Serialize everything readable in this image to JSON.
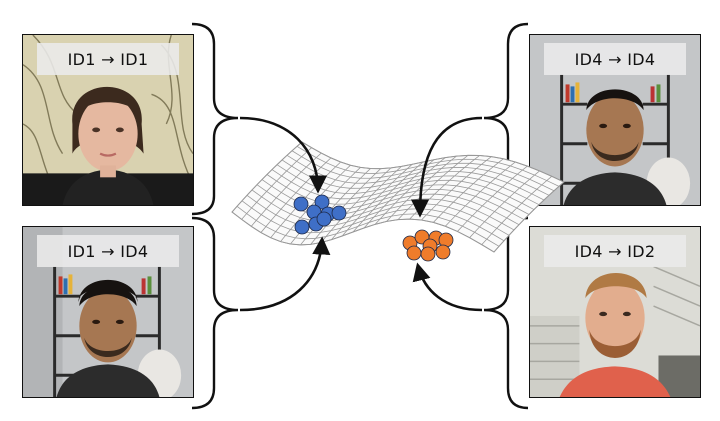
{
  "panels": [
    {
      "label": "ID1 → ID1"
    },
    {
      "label": "ID1 → ID4"
    },
    {
      "label": "ID4 → ID4"
    },
    {
      "label": "ID4 → ID2"
    }
  ],
  "colors": {
    "cluster_left": "#3f6fc7",
    "cluster_right": "#ef7c2b",
    "arrow": "#111111",
    "manifold_grid": "#9a9a9a"
  }
}
